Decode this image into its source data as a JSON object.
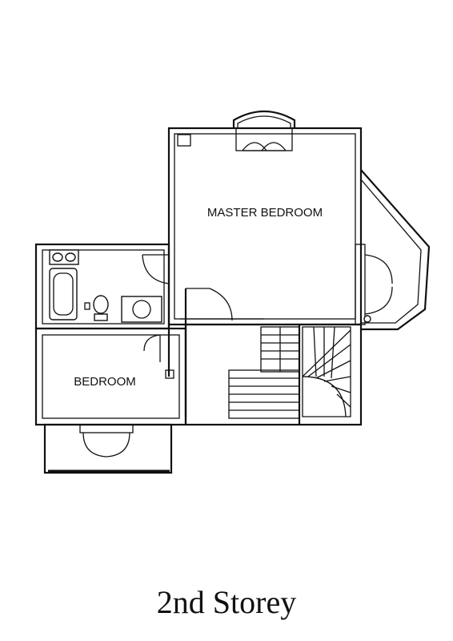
{
  "rooms": {
    "master_bedroom": "MASTER BEDROOM",
    "bedroom": "BEDROOM"
  },
  "caption": "2nd Storey",
  "colors": {
    "line": "#111111",
    "background": "#ffffff"
  }
}
